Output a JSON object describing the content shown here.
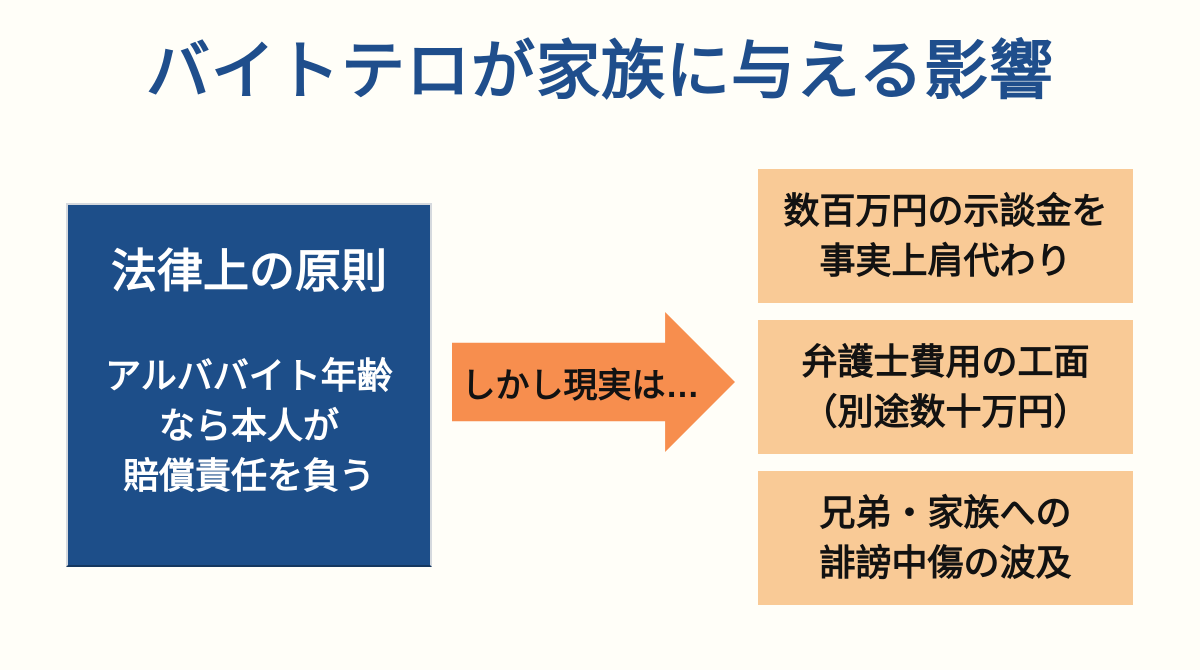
{
  "title": {
    "text": "バイトテロが家族に与える影響"
  },
  "principle_box": {
    "heading": "法律上の原則",
    "body_lines": {
      "0": "アルババイト年齢",
      "1": "なら本人が",
      "2": "賠償責任を負う"
    }
  },
  "arrow": {
    "label": "しかし現実は…"
  },
  "impact_boxes": {
    "0": {
      "lines": {
        "0": "数百万円の示談金を",
        "1": "事実上肩代わり"
      }
    },
    "1": {
      "lines": {
        "0": "弁護士費用の工面",
        "1": "（別途数十万円）"
      }
    },
    "2": {
      "lines": {
        "0": "兄弟・家族への",
        "1": "誹謗中傷の波及"
      }
    }
  },
  "colors": {
    "background": "#FFFEF8",
    "title_blue": "#1F4E8C",
    "box_blue": "#1D4E89",
    "arrow_orange": "#F78E4E",
    "light_orange": "#F9CA96",
    "ink": "#121212"
  }
}
